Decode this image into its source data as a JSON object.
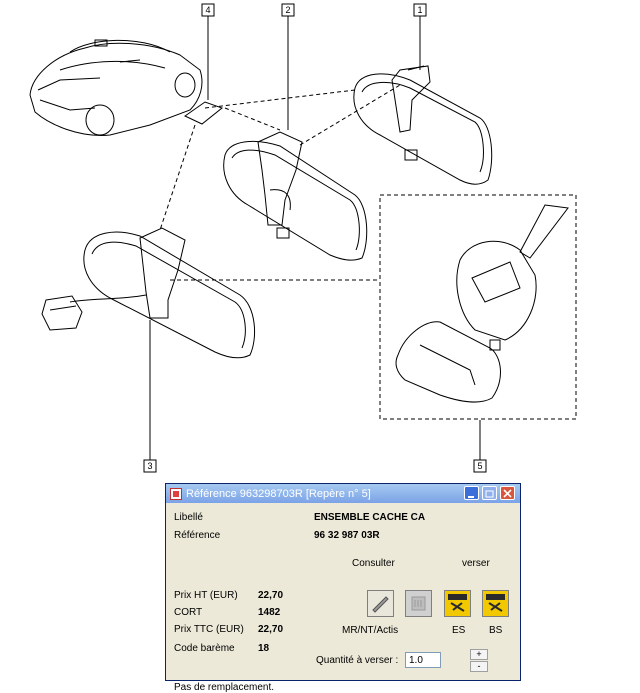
{
  "diagram": {
    "callouts": [
      "1",
      "2",
      "3",
      "4",
      "5"
    ]
  },
  "dialog": {
    "title": "Référence 963298703R [Repère n° 5]",
    "fields": {
      "libelle_label": "Libellé",
      "libelle_value": "ENSEMBLE CACHE CA",
      "reference_label": "Référence",
      "reference_value": "96 32 987 03R"
    },
    "prices": {
      "prix_ht_label": "Prix HT (EUR)",
      "prix_ht_value": "22,70",
      "cort_label": "CORT",
      "cort_value": "1482",
      "prix_ttc_label": "Prix TTC (EUR)",
      "prix_ttc_value": "22,70",
      "code_bareme_label": "Code barème",
      "code_bareme_value": "18"
    },
    "actions": {
      "consulter_label": "Consulter",
      "verser_label": "verser",
      "mr_label": "MR/NT/Actis",
      "es_label": "ES",
      "bs_label": "BS"
    },
    "quantity": {
      "label": "Quantité à verser :",
      "value": "1.0",
      "plus": "+",
      "minus": "-"
    },
    "status": "Pas de remplacement."
  }
}
